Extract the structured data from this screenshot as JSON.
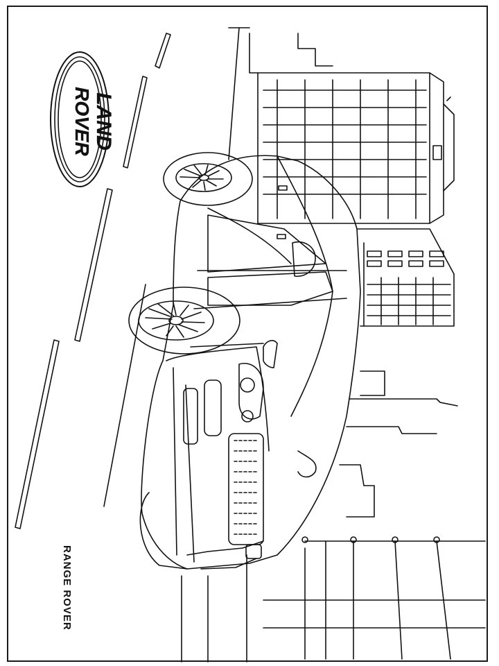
{
  "page": {
    "title": "RANGE ROVER"
  },
  "logo": {
    "line1": "LAND",
    "line2": "ROVER",
    "icon": "land-rover-oval-logo"
  },
  "caption": {
    "text": "RANGE ROVER"
  },
  "colors": {
    "ink": "#111111",
    "paper": "#ffffff"
  }
}
